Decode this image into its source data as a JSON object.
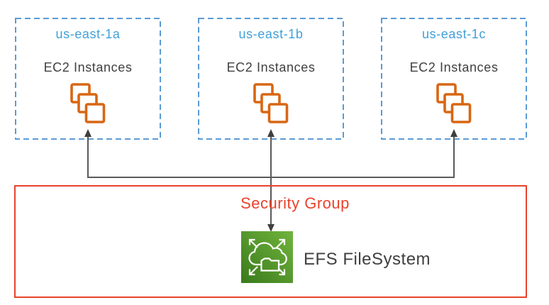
{
  "diagram": {
    "availability_zones": [
      {
        "name": "us-east-1a",
        "instances_label": "EC2 Instances",
        "icon": "ec2-instances-stack-icon"
      },
      {
        "name": "us-east-1b",
        "instances_label": "EC2 Instances",
        "icon": "ec2-instances-stack-icon"
      },
      {
        "name": "us-east-1c",
        "instances_label": "EC2 Instances",
        "icon": "ec2-instances-stack-icon"
      }
    ],
    "security_group": {
      "label": "Security Group",
      "efs": {
        "label": "EFS FileSystem",
        "icon": "efs-filesystem-icon"
      }
    },
    "colors": {
      "az_border": "#5B9BD5",
      "az_label": "#41A0D8",
      "dark_text": "#404040",
      "security_red": "#E8432B",
      "ec2_orange": "#D86613",
      "efs_green_light": "#70B43C",
      "efs_green_dark": "#3A7A1C",
      "connector": "#595959",
      "arrowhead": "#3F3F3F"
    }
  }
}
